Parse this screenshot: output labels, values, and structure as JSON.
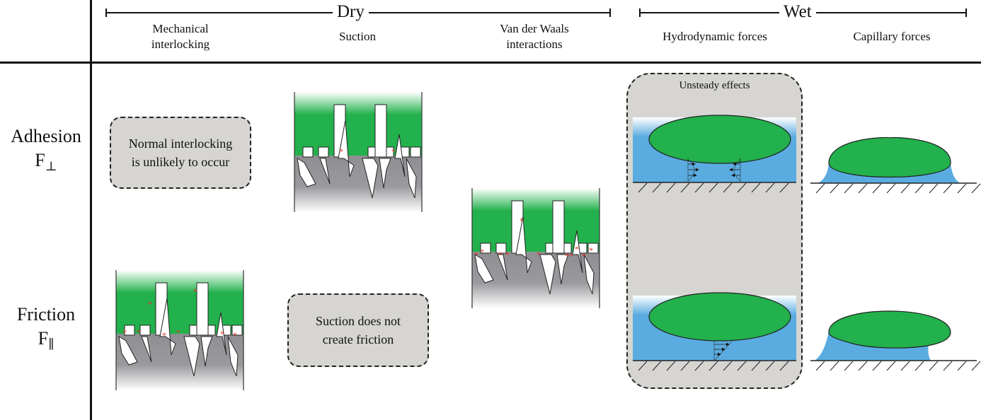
{
  "groups": {
    "dry": "Dry",
    "wet": "Wet"
  },
  "columns": [
    {
      "line1": "Mechanical",
      "line2": "interlocking"
    },
    {
      "line1": "Suction",
      "line2": ""
    },
    {
      "line1": "Van der Waals",
      "line2": "interactions"
    },
    {
      "line1": "Hydrodynamic forces",
      "line2": ""
    },
    {
      "line1": "Capillary forces",
      "line2": ""
    }
  ],
  "rows": [
    {
      "label": "Adhesion",
      "symbol": "F",
      "subscript": "⊥"
    },
    {
      "label": "Friction",
      "symbol": "F",
      "subscript": "∥"
    }
  ],
  "notes": {
    "interlocking_adhesion": {
      "line1": "Normal interlocking",
      "line2": "is unlikely to occur"
    },
    "suction_friction": {
      "line1": "Suction does not",
      "line2": "create friction"
    },
    "hydrodynamic_panel_title": "Unsteady effects"
  },
  "colors": {
    "pad_green": "#22b14c",
    "substrate_gray": "#8f8f93",
    "fluid_blue": "#5aace0",
    "contact_marker_red": "#e0302a",
    "note_fill": "#d6d5d1"
  }
}
